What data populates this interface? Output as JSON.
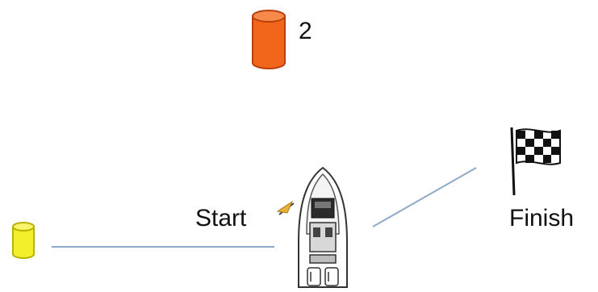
{
  "labels": {
    "buoy_2": "2",
    "start": "Start",
    "finish": "Finish"
  },
  "colors": {
    "orange_buoy": "#f2661c",
    "orange_buoy_dark": "#b9400a",
    "yellow_buoy": "#f3ef2a",
    "yellow_buoy_dark": "#b9b300",
    "course_line": "#8fa9c8",
    "flag_pennant": "#e8b23a"
  },
  "icons": {
    "orange_buoy": "cylinder-buoy",
    "yellow_buoy": "cylinder-buoy",
    "boat": "motorboat-top-view",
    "finish": "checkered-flag"
  }
}
